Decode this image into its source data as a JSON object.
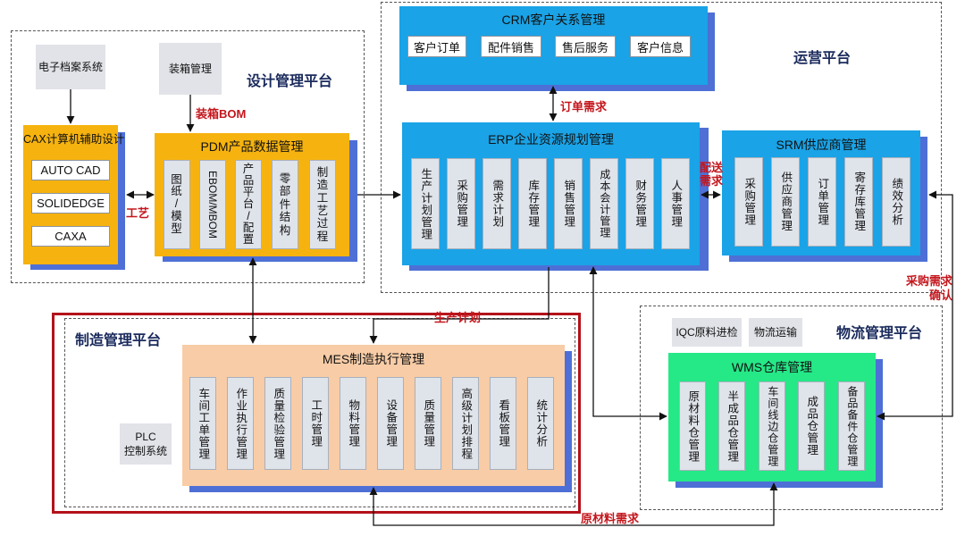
{
  "platforms": {
    "design": "设计管理平台",
    "operation": "运营平台",
    "manufacturing": "制造管理平台",
    "logistics": "物流管理平台"
  },
  "side_boxes": {
    "electronic_archive": "电子档案系统",
    "packing": "装箱管理",
    "plc_line1": "PLC",
    "plc_line2": "控制系统",
    "iqc": "IQC原料进检",
    "logistics_transport": "物流运输"
  },
  "cax": {
    "title": "CAX计算机辅助设计",
    "items": [
      "AUTO CAD",
      "SOLIDEDGE",
      "CAXA"
    ]
  },
  "pdm": {
    "title": "PDM产品数据管理",
    "items": [
      "图\n纸\n/\n模\n型",
      "EBOM/MBOM",
      "产\n品\n平\n台\n/\n配\n置",
      "零\n部\n件\n结\n构",
      "制\n造\n工\n艺\n过\n程"
    ]
  },
  "crm": {
    "title": "CRM客户关系管理",
    "items": [
      "客户订单",
      "配件销售",
      "售后服务",
      "客户信息"
    ]
  },
  "erp": {
    "title": "ERP企业资源规划管理",
    "items": [
      "生产计划管理",
      "采购管理",
      "需求计划",
      "库存管理",
      "销售管理",
      "成本会计管理",
      "财务管理",
      "人事管理"
    ]
  },
  "srm": {
    "title": "SRM供应商管理",
    "items": [
      "采购管理",
      "供应商管理",
      "订单管理",
      "寄存库管理",
      "绩效分析"
    ]
  },
  "mes": {
    "title": "MES制造执行管理",
    "items": [
      "车间工单管理",
      "作业执行管理",
      "质量检验管理",
      "工时管理",
      "物料管理",
      "设备管理",
      "质量管理",
      "高级计划排程",
      "看板管理",
      "统计分析"
    ]
  },
  "wms": {
    "title": "WMS仓库管理",
    "items": [
      "原材料仓管理",
      "半成品仓管理",
      "车间线边仓管理",
      "成品仓管理",
      "备品备件仓管理"
    ]
  },
  "flow_labels": {
    "packing_bom": "装箱BOM",
    "craft": "工艺",
    "order_demand": "订单需求",
    "delivery_line1": "配送",
    "delivery_line2": "需求",
    "purchase_confirm_line1": "采购需求",
    "purchase_confirm_line2": "确认",
    "production_plan": "生产计划",
    "material_demand": "原材料需求"
  },
  "colors": {
    "cax_fill": "#f6b30f",
    "pdm_fill": "#f6b30f",
    "crm_fill": "#1aa3e6",
    "erp_fill": "#1aa3e6",
    "srm_fill": "#1aa3e6",
    "mes_fill": "#f8cca6",
    "wms_fill": "#25e887",
    "shadow": "#4e6fd6",
    "label_red": "#c4161c"
  }
}
